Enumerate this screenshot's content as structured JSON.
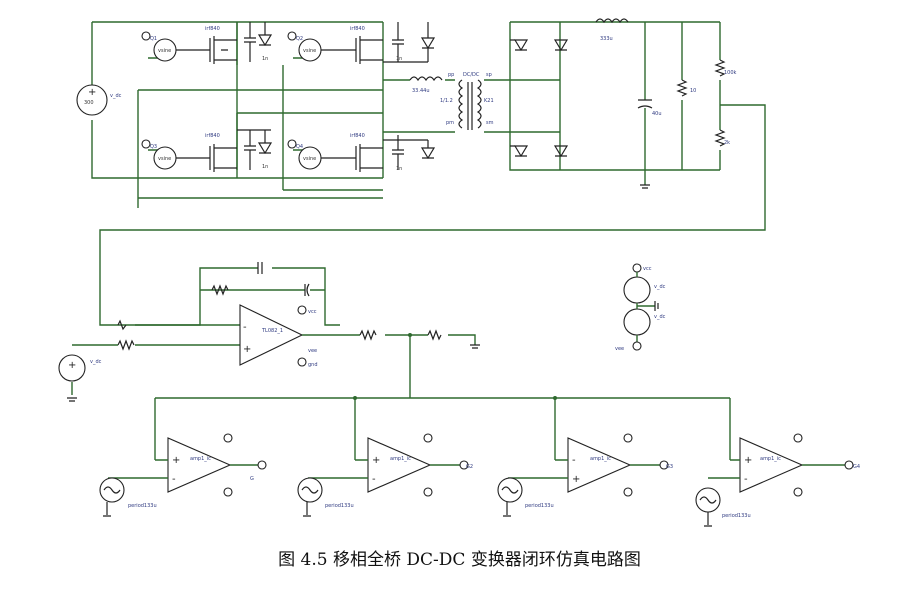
{
  "caption": "图 4.5  移相全桥 DC-DC 变换器闭环仿真电路图",
  "input_source": {
    "name": "v_dc",
    "value": "300"
  },
  "mosfets": [
    {
      "model": "irf840",
      "gate": "Q1"
    },
    {
      "model": "irf840",
      "gate": "Q2"
    },
    {
      "model": "irf840",
      "gate": "Q3"
    },
    {
      "model": "irf840",
      "gate": "Q4"
    }
  ],
  "gate_driver": "vsine",
  "snubber_cap": "1n",
  "leak_inductor": "33.44u",
  "transformer": {
    "label": "DC/DC",
    "ratio": "1/1.2",
    "pin_top_left": "pp",
    "pin_top_right": "sp",
    "pin_bot_left": "pm",
    "pin_bot_right": "sm",
    "coupling": "K21"
  },
  "output_filter": {
    "inductor": "333u",
    "capacitor": "40u",
    "load": "10"
  },
  "feedback_divider": {
    "top": "100k",
    "bottom": "2k"
  },
  "controller": {
    "opamp": "TL082_1",
    "ref": "v_dc",
    "supply_pos": "vcc",
    "supply_neg": "vee",
    "gnd": "gnd"
  },
  "supplies": {
    "v1": "v_dc",
    "v2": "v_dc",
    "pos": "vcc",
    "neg": "vee"
  },
  "comparators": [
    {
      "opamp": "amp1_ic",
      "source": "period133u",
      "out": "G"
    },
    {
      "opamp": "amp1_ic",
      "source": "period133u",
      "out": "G2"
    },
    {
      "opamp": "amp1_ic",
      "source": "period133u",
      "out": "G3"
    },
    {
      "opamp": "amp1_ic",
      "source": "period133u",
      "out": "G4"
    }
  ]
}
